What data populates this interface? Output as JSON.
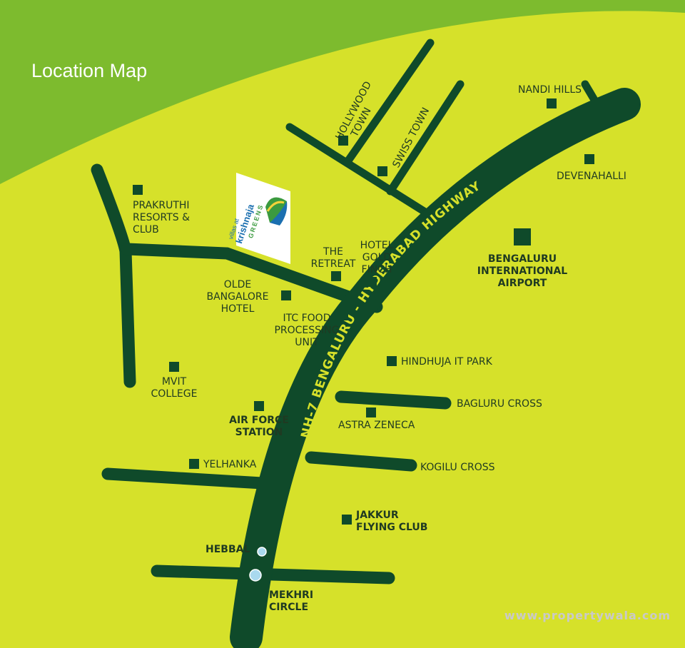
{
  "title": "Location Map",
  "colors": {
    "background": "#d6e12a",
    "corner": "#7dbb2e",
    "road": "#0f4a2a",
    "landmark": "#0f4a2a",
    "marker_circle": "#a9d9ee"
  },
  "highway_label": "NH-7  BENGALURU - HYDERABAD HIGHWAY",
  "logo": {
    "line1": "villas at",
    "line2": "krishnaja",
    "line3": "GREENS"
  },
  "landmarks": {
    "hollywood_town": [
      "HOLLYWOOD",
      "TOWN"
    ],
    "swiss_town": "SWISS TOWN",
    "nandi_hills": "NANDI HILLS",
    "devenahalli": "DEVENAHALLI",
    "prakruthi": [
      "PRAKRUTHI",
      "RESORTS &",
      "CLUB"
    ],
    "bengaluru_airport": [
      "BENGALURU",
      "INTERNATIONAL",
      "AIRPORT"
    ],
    "the_retreat": [
      "THE",
      "RETREAT"
    ],
    "hotel_gold_finch": [
      "HOTEL",
      "GOLD",
      "FINCH"
    ],
    "olde_bangalore": [
      "OLDE",
      "BANGALORE",
      "HOTEL"
    ],
    "itc_food": [
      "ITC FOOD",
      "PROCESSING",
      "UNIT"
    ],
    "hindhuja": "HINDHUJA IT PARK",
    "mvit": [
      "MVIT",
      "COLLEGE"
    ],
    "bagluru_cross": "BAGLURU CROSS",
    "air_force": [
      "AIR FORCE",
      "STATION"
    ],
    "astra_zeneca": "ASTRA ZENECA",
    "yelhanka": "YELHANKA",
    "kogilu_cross": "KOGILU CROSS",
    "jakkur": [
      "JAKKUR",
      "FLYING CLUB"
    ],
    "hebbal": "HEBBAL",
    "mekhri": [
      "MEKHRI",
      "CIRCLE"
    ]
  },
  "watermark": "www.propertywala.com"
}
